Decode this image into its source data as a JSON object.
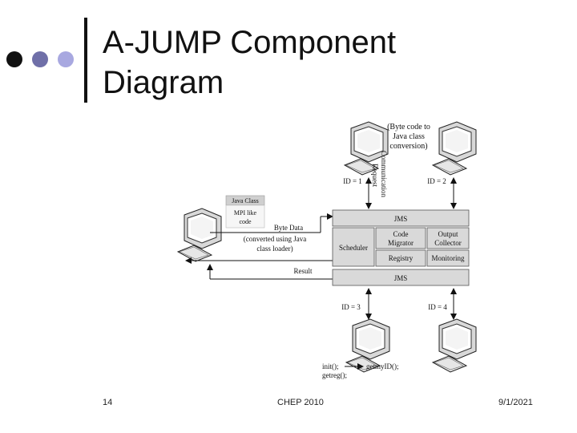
{
  "slide": {
    "title_line1": "A-JUMP Component",
    "title_line2": "Diagram",
    "page_number": "14",
    "footer_center": "CHEP 2010",
    "date": "9/1/2021"
  },
  "colors": {
    "dot_dark": "#111111",
    "dot_mid": "#6f6fa8",
    "dot_light": "#a8a8e0"
  },
  "diagram": {
    "byte_code_note": [
      "(Byte code to",
      "Java class",
      "conversion)"
    ],
    "communication_request": [
      "Communication",
      "Request"
    ],
    "id_1": "ID = 1",
    "id_2": "ID = 2",
    "id_3": "ID = 3",
    "id_4": "ID = 4",
    "java_class": "Java Class",
    "mpi_like_code": [
      "MPI like",
      "code"
    ],
    "byte_data": "Byte Data",
    "converted_note": [
      "(converted using Java",
      "class loader)"
    ],
    "result": "Result",
    "jms_top": "JMS",
    "jms_bottom": "JMS",
    "scheduler": "Scheduler",
    "code_migrator": [
      "Code",
      "Migrator"
    ],
    "output_collector": [
      "Output",
      "Collector"
    ],
    "registry": "Registry",
    "monitoring": "Monitoring",
    "init_call": "init();",
    "getreg_call": "getreg();",
    "getmyid_call": "getmyID();"
  }
}
